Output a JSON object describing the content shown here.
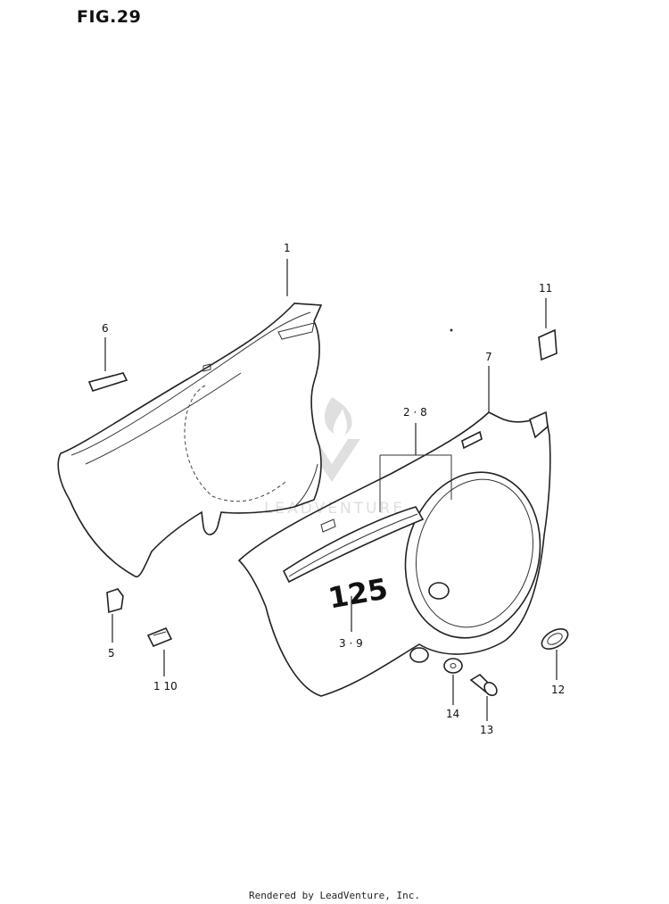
{
  "figure": {
    "title": "FIG.29"
  },
  "callouts": [
    {
      "id": "1",
      "label": "1"
    },
    {
      "id": "6",
      "label": "6"
    },
    {
      "id": "11",
      "label": "11"
    },
    {
      "id": "7",
      "label": "7"
    },
    {
      "id": "2-8",
      "label": "2 · 8"
    },
    {
      "id": "3-9",
      "label": "3 · 9"
    },
    {
      "id": "5",
      "label": "5"
    },
    {
      "id": "10",
      "label": "1 10"
    },
    {
      "id": "12",
      "label": "12"
    },
    {
      "id": "14",
      "label": "14"
    },
    {
      "id": "13",
      "label": "13"
    }
  ],
  "emblem": {
    "text": "125"
  },
  "watermark": {
    "text": "LEADVENTURE"
  },
  "footer": {
    "text": "Rendered by LeadVenture, Inc."
  }
}
